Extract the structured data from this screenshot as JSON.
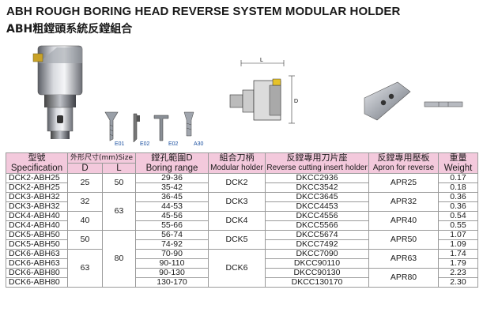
{
  "title_en": "ABH ROUGH BORING HEAD REVERSE SYSTEM MODULAR HOLDER",
  "title_zh": "ABH粗鏜頭系統反鏜組合",
  "accessory_labels": [
    "E01",
    "E02",
    "E02",
    "A30"
  ],
  "drawing_labels": {
    "length": "L",
    "diameter": "D"
  },
  "table": {
    "headers": {
      "spec_zh": "型號",
      "spec_en": "Specification",
      "dims_zh": "外形尺寸(mm)Size",
      "d": "D",
      "l": "L",
      "boring_zh": "鏜孔範圍D",
      "boring_en": "Boring range",
      "holder_zh": "組合刀柄",
      "holder_en": "Modular holder",
      "insert_zh": "反鏜專用刀片座",
      "insert_en": "Reverse cutting insert holder",
      "apron_zh": "反鏜專用壓板",
      "apron_en": "Apron for reverse",
      "weight_zh": "重量",
      "weight_en": "Weight"
    },
    "rows": [
      {
        "spec": "DCK2-ABH25",
        "boring": "29-36",
        "insert": "DKCC2936",
        "weight": "0.17"
      },
      {
        "spec": "DCK2-ABH25",
        "boring": "35-42",
        "insert": "DKCC3542",
        "weight": "0.18"
      },
      {
        "spec": "DCK3-ABH32",
        "boring": "36-45",
        "insert": "DKCC3645",
        "weight": "0.36"
      },
      {
        "spec": "DCK3-ABH32",
        "boring": "44-53",
        "insert": "DKCC4453",
        "weight": "0.36"
      },
      {
        "spec": "DCK4-ABH40",
        "boring": "45-56",
        "insert": "DKCC4556",
        "weight": "0.54"
      },
      {
        "spec": "DCK4-ABH40",
        "boring": "55-66",
        "insert": "DKCC5566",
        "weight": "0.55"
      },
      {
        "spec": "DCK5-ABH50",
        "boring": "56-74",
        "insert": "DKCC5674",
        "weight": "1.07"
      },
      {
        "spec": "DCK5-ABH50",
        "boring": "74-92",
        "insert": "DKCC7492",
        "weight": "1.09"
      },
      {
        "spec": "DCK6-ABH63",
        "boring": "70-90",
        "insert": "DKCC7090",
        "weight": "1.74"
      },
      {
        "spec": "DCK6-ABH63",
        "boring": "90-110",
        "insert": "DKCC90110",
        "weight": "1.79"
      },
      {
        "spec": "DCK6-ABH80",
        "boring": "90-130",
        "insert": "DKCC90130",
        "weight": "2.23"
      },
      {
        "spec": "DCK6-ABH80",
        "boring": "130-170",
        "insert": "DKCC130170",
        "weight": "2.30"
      }
    ],
    "d_groups": [
      "25",
      "32",
      "40",
      "50",
      "63"
    ],
    "l_groups": [
      "50",
      "63",
      "80"
    ],
    "holders": [
      "DCK2",
      "DCK3",
      "DCK4",
      "DCK5",
      "DCK6"
    ],
    "aprons": [
      "APR25",
      "APR32",
      "APR40",
      "APR50",
      "APR63",
      "APR80"
    ]
  }
}
